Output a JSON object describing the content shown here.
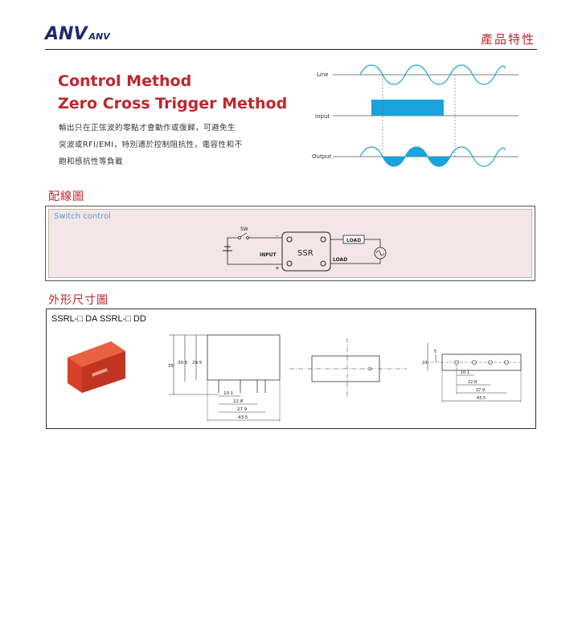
{
  "header": {
    "logo_main": "ANV",
    "logo_sub": "ANV",
    "title": "產品特性"
  },
  "intro": {
    "heading_line1": "Control Method",
    "heading_line2": "Zero Cross Trigger Method",
    "desc_lines": [
      "輸出只在正弦波的零點才會動作或復歸，可避免生",
      "突波或RFI/EMI，特別適於控制阻抗性，電容性和不",
      "飽和感抗性等負載"
    ]
  },
  "waveform": {
    "line_label": "Line",
    "input_label": "Input",
    "output_label": "Output",
    "input_color": "#1aa3dd",
    "wave_color": "#1aa3dd"
  },
  "wiring": {
    "section_title": "配線圖",
    "box_label": "Switch control",
    "sw_label": "SW",
    "ssr_label": "SSR",
    "input_label": "INPUT",
    "load_label": "LOAD",
    "load_box_label": "LOAD",
    "minus": "-",
    "plus": "+"
  },
  "dimensions": {
    "section_title": "外形尺寸圖",
    "model_title": "SSRL-□ DA SSRL-□ DD",
    "labels": {
      "h35": "35",
      "h30_5": "30.5",
      "h29_5": "29.5",
      "w10_1": "10.1",
      "w22_8": "22.8",
      "w27_9": "27.9",
      "w43_5": "43.5",
      "b5": "5",
      "b10": "10",
      "b10_1": "10.1",
      "b22_8": "22.8",
      "b27_9": "27.9",
      "b43_5": "43.5"
    }
  },
  "colors": {
    "brand_blue": "#1d2b6b",
    "accent_red": "#c0262c",
    "relay_red": "#d8402b"
  }
}
